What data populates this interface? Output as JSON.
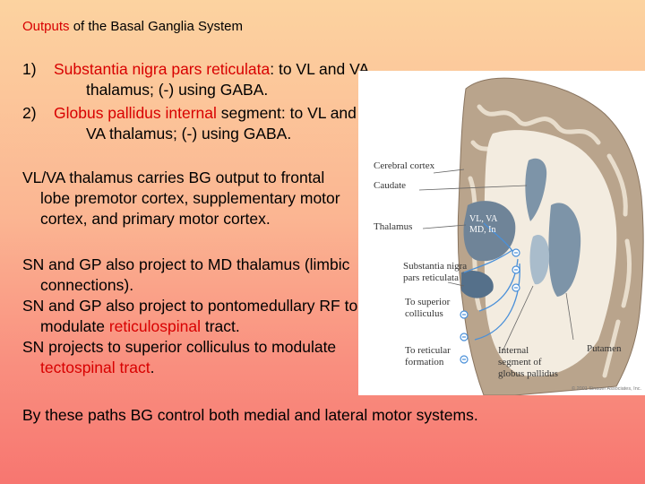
{
  "title": {
    "red": "Outputs",
    "rest": " of the Basal Ganglia System"
  },
  "items": [
    {
      "num": "1)",
      "red": "Substantia nigra pars reticulata",
      "rest": ": to VL and VA",
      "cont": "thalamus; (-) using GABA."
    },
    {
      "num": "2)",
      "red": "Globus pallidus internal",
      "rest": " segment:  to VL and",
      "cont": "VA thalamus; (-) using GABA."
    }
  ],
  "para1": {
    "line1": "VL/VA thalamus carries BG output to frontal",
    "line2": "lobe premotor cortex, supplementary motor",
    "line3": "cortex, and primary motor cortex."
  },
  "para2": {
    "l1": "SN and GP also project to MD thalamus (limbic",
    "l2": "connections).",
    "l3": "SN and GP also project to pontomedullary RF to",
    "l4a": "modulate ",
    "l4red": "reticulospinal",
    "l4b": " tract.",
    "l5": "SN projects to superior colliculus to modulate",
    "l6red": "tectospinal tract",
    "l6b": "."
  },
  "figure": {
    "labels": {
      "cerebral_cortex": "Cerebral cortex",
      "caudate": "Caudate",
      "thalamus": "Thalamus",
      "sn_1": "Substantia nigra",
      "sn_2": "pars reticulata",
      "sup_col_1": "To superior",
      "sup_col_2": "colliculus",
      "ret_form_1": "To reticular",
      "ret_form_2": "formation",
      "internal_1": "Internal",
      "internal_2": "segment of",
      "internal_3": "globus pallidus",
      "putamen": "Putamen",
      "vl_va": "VL, VA",
      "md_in": "MD, In",
      "copyright": "© 2001 Sinauer Associates, Inc."
    }
  },
  "footer": "By these paths BG control both medial and lateral motor systems."
}
